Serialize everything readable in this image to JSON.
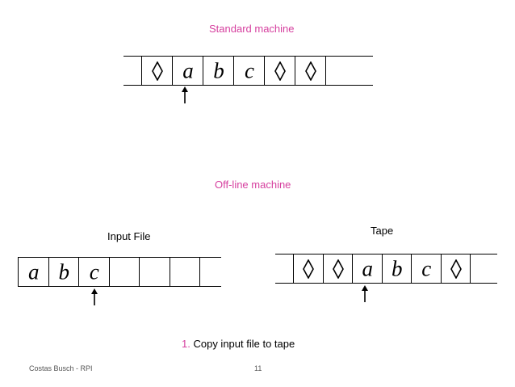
{
  "standard": {
    "title": "Standard machine",
    "cells": [
      "blank",
      "a",
      "b",
      "c",
      "blank",
      "blank",
      ""
    ]
  },
  "offline": {
    "title": "Off-line machine",
    "input_label": "Input File",
    "input_cells": [
      "a",
      "b",
      "c",
      "",
      "",
      "",
      ""
    ],
    "tape_label": "Tape",
    "tape_cells": [
      "blank",
      "blank",
      "a",
      "b",
      "c",
      "blank",
      ""
    ]
  },
  "step": {
    "number": "1.",
    "text": "Copy input file to tape"
  },
  "footer": {
    "author": "Costas Busch - RPI",
    "page": "11"
  }
}
